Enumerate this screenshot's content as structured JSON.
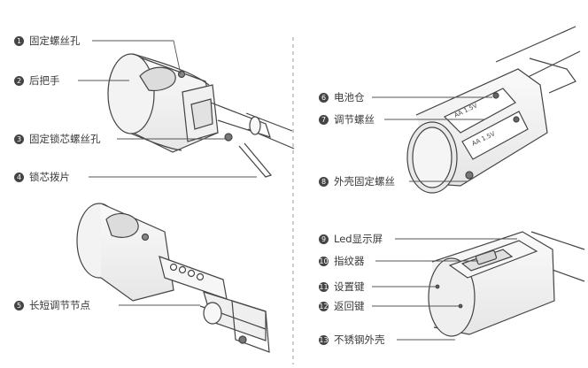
{
  "callouts": [
    {
      "number": "1",
      "text": "固定螺丝孔"
    },
    {
      "number": "2",
      "text": "后把手"
    },
    {
      "number": "3",
      "text": "固定锁芯螺丝孔"
    },
    {
      "number": "4",
      "text": "锁芯拨片"
    },
    {
      "number": "5",
      "text": "长短调节节点"
    },
    {
      "number": "6",
      "text": "电池仓"
    },
    {
      "number": "7",
      "text": "调节螺丝"
    },
    {
      "number": "8",
      "text": "外壳固定螺丝"
    },
    {
      "number": "9",
      "text": "Led显示屏"
    },
    {
      "number": "10",
      "text": "指纹器"
    },
    {
      "number": "11",
      "text": "设置键"
    },
    {
      "number": "12",
      "text": "返回键"
    },
    {
      "number": "13",
      "text": "不锈钢外壳"
    }
  ],
  "battery_labels": [
    "AA 1.5V",
    "AA 1.5V"
  ],
  "colors": {
    "line": "#555555",
    "divider": "#9a9a9a",
    "badge": "#444444"
  }
}
